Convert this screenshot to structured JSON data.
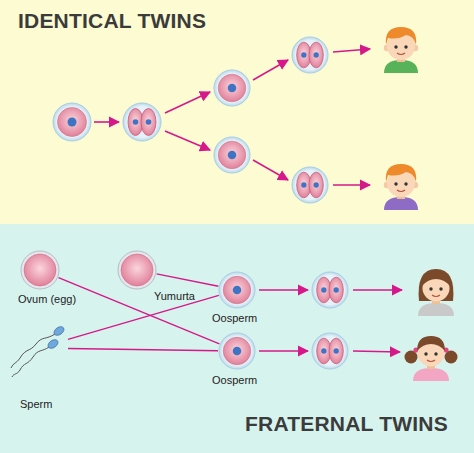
{
  "diagram": {
    "nodes": [
      {
        "text": [
          "IDENTICAL TWINS"
        ]
      },
      {
        "text": [
          "FRATERNAL TWINS"
        ]
      },
      {
        "text": [
          "Ovum (egg)"
        ],
        "in": 1
      },
      {
        "text": [
          "Yumurta"
        ],
        "in": 1
      },
      {
        "text": [
          "Sperm"
        ],
        "in": 1
      },
      {
        "text": [
          "Oosperm"
        ],
        "in": 1
      },
      {
        "text": [
          "Oosperm"
        ],
        "in": 1
      }
    ],
    "edges": [
      {
        "from": 2,
        "to": 6,
        "arrow": "none"
      },
      {
        "from": 3,
        "to": 5,
        "arrow": "none"
      },
      {
        "from": 4,
        "to": 5,
        "arrow": "none"
      },
      {
        "from": 4,
        "to": 6,
        "arrow": "none"
      }
    ]
  }
}
